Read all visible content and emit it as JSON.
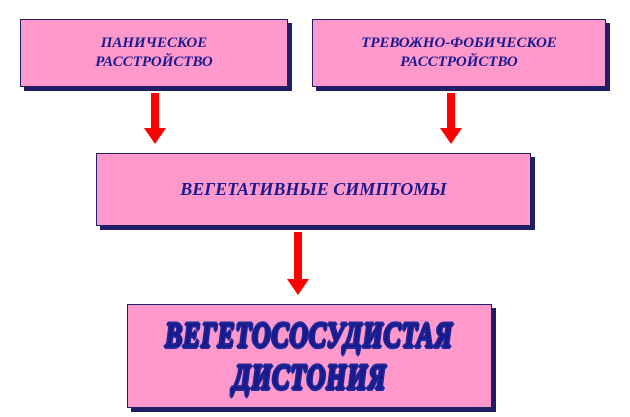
{
  "boxes": {
    "panic": [
      "ПАНИЧЕСКОЕ",
      "РАССТРОЙСТВО"
    ],
    "phobic": [
      "ТРЕВОЖНО-ФОБИЧЕСКОЕ",
      "РАССТРОЙСТВО"
    ],
    "vegetative": "ВЕГЕТАТИВНЫЕ СИМПТОМЫ",
    "dystonia": [
      "ВЕГЕТОСОСУДИСТАЯ",
      "ДИСТОНИЯ"
    ]
  },
  "colors": {
    "box_fill": "#ff99cc",
    "box_border": "#1f1f66",
    "text": "#1a1a8c",
    "arrow": "#ff0000",
    "title_fill": "#3fb6f2"
  }
}
